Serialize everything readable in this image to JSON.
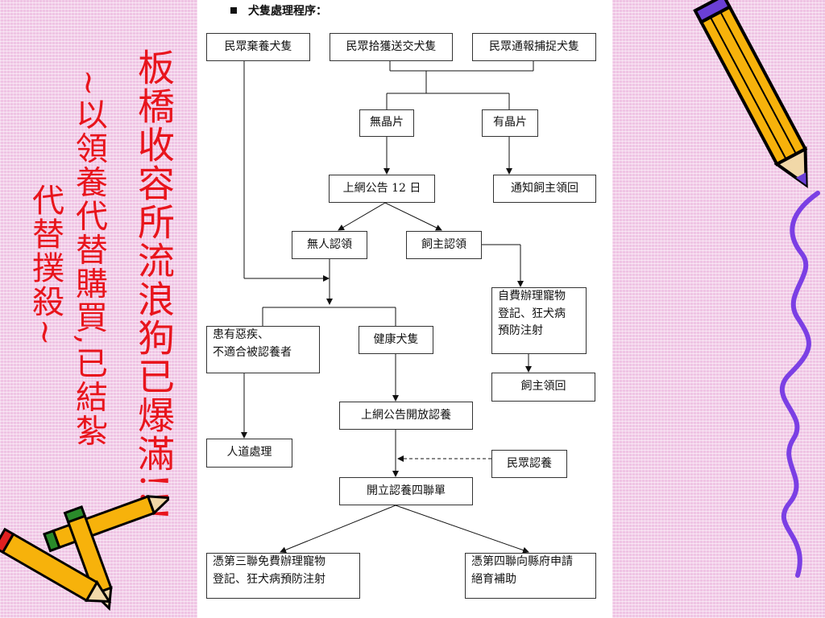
{
  "slide": {
    "title_main": "板橋收容所流浪狗已爆滿!!!",
    "title_sub_line1": "~以領養代替購買,已結紮",
    "title_sub_line2": "代替撲殺~"
  },
  "flowchart": {
    "heading": "犬隻處理程序：",
    "boxes": {
      "abandoned": "民眾棄養犬隻",
      "found": "民眾拾獲送交犬隻",
      "reported": "民眾通報捕捉犬隻",
      "no_chip": "無晶片",
      "has_chip": "有晶片",
      "announce": "上網公告 12 日",
      "notify_owner": "通知飼主領回",
      "unclaimed": "無人認領",
      "owner_claims": "飼主認領",
      "self_pay_line1": "自費辦理寵物",
      "self_pay_line2": "登記、狂犬病",
      "self_pay_line3": "預防注射",
      "owner_retrieves": "飼主領回",
      "sick_line1": "患有惡疾、",
      "sick_line2": "不適合被認養者",
      "healthy": "健康犬隻",
      "euthanasia": "人道處理",
      "open_adoption": "上網公告開放認養",
      "public_adopt": "民眾認養",
      "adoption_form": "開立認養四聯單",
      "free_reg_line1": "憑第三聯免費辦理寵物",
      "free_reg_line2": "登記、狂犬病預防注射",
      "subsidy_line1": "憑第四聯向縣府申請",
      "subsidy_line2": "絕育補助"
    }
  },
  "decorations": {
    "icons": [
      "pencil-icon",
      "pencil-pair-icon",
      "squiggle-line-icon"
    ],
    "colors": {
      "title": "#e8141c",
      "background": "#efc4e4",
      "squiggle": "#7b3fe4"
    }
  }
}
